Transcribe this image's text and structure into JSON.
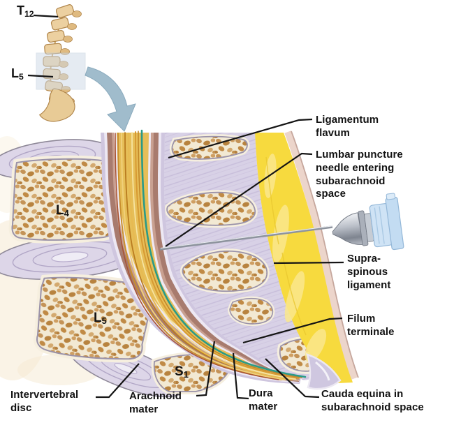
{
  "inset": {
    "t12": {
      "main": "T",
      "sub": "12"
    },
    "l5": {
      "main": "L",
      "sub": "5"
    }
  },
  "vertebrae": {
    "l4": {
      "main": "L",
      "sub": "4"
    },
    "l5": {
      "main": "L",
      "sub": "5"
    },
    "s1": {
      "main": "S",
      "sub": "1"
    }
  },
  "annotations": {
    "ligamentum_flavum": "Ligamentum\nflavum",
    "lumbar_puncture": "Lumbar puncture\nneedle entering\nsubarachnoid\nspace",
    "supraspinous_ligament": "Supra-\nspinous\nligament",
    "filum_terminale": "Filum\nterminale",
    "cauda_equina": "Cauda equina in\nsubarachnoid space",
    "intervertebral_disc": "Intervertebral\ndisc",
    "arachnoid_mater": "Arachnoid\nmater",
    "dura_mater": "Dura\nmater"
  },
  "colors": {
    "bone_cream": "#f2e9d3",
    "trabecula_tan": "#c1935c",
    "fat_yellow": "#f7da3e",
    "disc_lavender": "#ddd6e8",
    "dura_mauve": "#a87b6e",
    "nerve_gold": "#e6be58",
    "filum_teal": "#2a9a88",
    "ligament_lavender": "#d8d1e6",
    "epidural_lavender": "#cfc6df",
    "skin_pink": "#ecd5cb",
    "arrow_blue": "#9bb9ca",
    "leader_black": "#141414",
    "needle_gray": "#8d939d",
    "hub_blue": "#cfe3f5"
  }
}
